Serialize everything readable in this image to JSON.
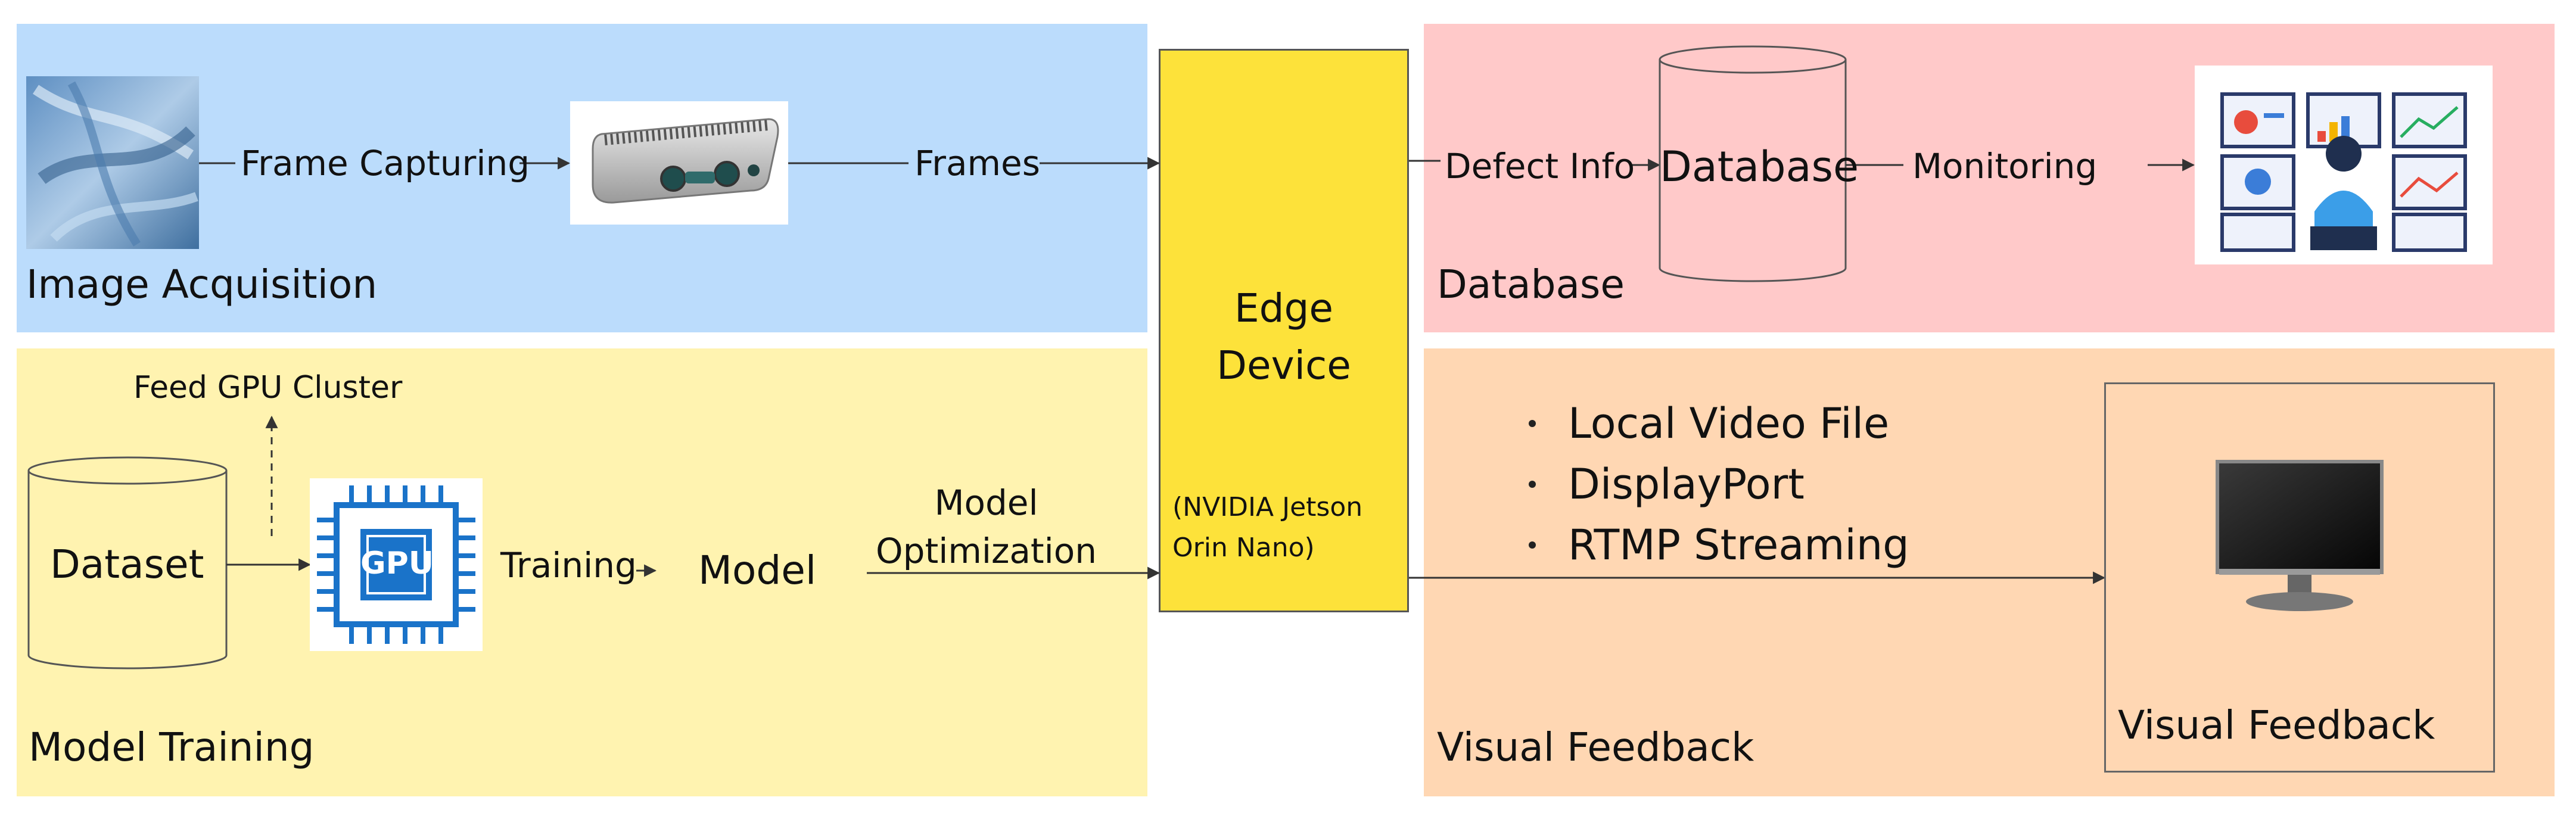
{
  "image_acquisition": {
    "section_label": "Image Acquisition",
    "edge1_label": "Frame Capturing",
    "edge2_label": "Frames",
    "fabric_icon": "fabric-photo-icon",
    "camera_icon": "depth-camera-icon"
  },
  "model_training": {
    "section_label": "Model Training",
    "dataset_label": "Dataset",
    "gpu_label": "GPU",
    "feed_label": "Feed GPU Cluster",
    "training_label": "Training",
    "model_label": "Model",
    "optimization_label": "Model\nOptimization"
  },
  "edge_device": {
    "title": "Edge\nDevice",
    "subtitle": "(NVIDIA Jetson\nOrin Nano)"
  },
  "database": {
    "section_label": "Database",
    "defect_label": "Defect Info",
    "db_label": "Database",
    "monitoring_label": "Monitoring",
    "dashboard_icon": "monitoring-dashboard-icon"
  },
  "visual_feedback": {
    "section_label": "Visual Feedback",
    "box_label": "Visual Feedback",
    "outputs": [
      "Local Video File",
      "DisplayPort",
      "RTMP Streaming"
    ],
    "monitor_icon": "monitor-icon"
  },
  "colors": {
    "acquisition": "#bbdcfc",
    "training": "#fff3b0",
    "database": "#ffc9c9",
    "feedback": "#ffd7b3",
    "edge": "#fde23a",
    "gpu_blue": "#1a73c9"
  }
}
